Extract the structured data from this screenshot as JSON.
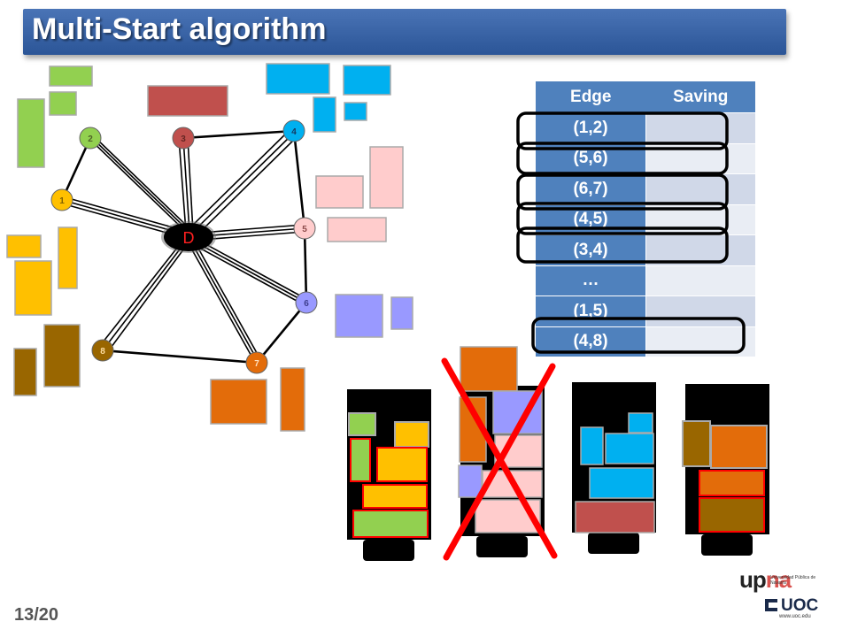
{
  "slide": {
    "title": "Multi-Start algorithm",
    "page_number": "13/20"
  },
  "graph": {
    "depot_label": "D",
    "nodes": [
      {
        "id": "1",
        "color": "#ffc000"
      },
      {
        "id": "2",
        "color": "#92d050"
      },
      {
        "id": "3",
        "color": "#c0504d"
      },
      {
        "id": "4",
        "color": "#00b0f0"
      },
      {
        "id": "5",
        "color": "#ffcccc"
      },
      {
        "id": "6",
        "color": "#9999ff"
      },
      {
        "id": "7",
        "color": "#e36c0a"
      },
      {
        "id": "8",
        "color": "#996600"
      }
    ]
  },
  "table": {
    "headers": [
      "Edge",
      "Saving"
    ],
    "rows": [
      {
        "edge": "(1,2)",
        "saving": ""
      },
      {
        "edge": "(5,6)",
        "saving": ""
      },
      {
        "edge": "(6,7)",
        "saving": ""
      },
      {
        "edge": "(4,5)",
        "saving": ""
      },
      {
        "edge": "(3,4)",
        "saving": ""
      },
      {
        "edge": "…",
        "saving": ""
      },
      {
        "edge": "(1,5)",
        "saving": ""
      },
      {
        "edge": "(4,8)",
        "saving": ""
      }
    ]
  },
  "colors": {
    "title_bar": "#3a64a8",
    "table_header": "#4f81bd",
    "highlight_outline": "#000000",
    "rejected_cross": "#ff0000"
  },
  "logos": {
    "upna_main": "up",
    "upna_accent": "na",
    "upna_sub": "Universidad Pública de Navarra",
    "uoc": "UOC",
    "uoc_url": "www.uoc.edu"
  }
}
